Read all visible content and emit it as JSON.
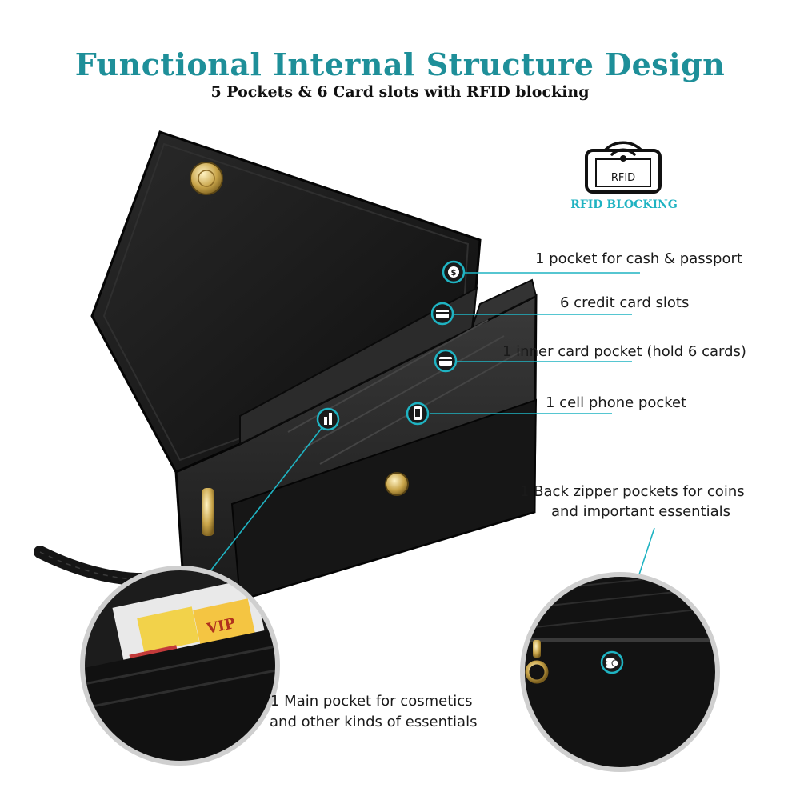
{
  "header": {
    "title": "Functional Internal Structure Design",
    "subtitle": "5 Pockets & 6 Card slots with RFID blocking"
  },
  "rfid_badge": {
    "icon_label": "RFID",
    "caption": "RFID BLOCKING"
  },
  "callouts": {
    "cash": "1 pocket for cash & passport",
    "credit": "6 credit card slots",
    "inner": "1 inner card pocket (hold 6 cards)",
    "phone": "1 cell phone pocket",
    "back_line1": "1 Back zipper pockets for coins",
    "back_line2": "and important essentials",
    "main_line1": "1 Main pocket for cosmetics",
    "main_line2": "and other kinds of essentials"
  },
  "colors": {
    "accent": "#1fb3c2",
    "title": "#1e8f99",
    "bag": "#141414"
  },
  "icons": [
    "wifi-signal-icon",
    "dollar-coin-icon",
    "credit-card-icon",
    "credit-card-icon",
    "smartphone-icon",
    "lipstick-icon",
    "coin-stack-icon"
  ]
}
